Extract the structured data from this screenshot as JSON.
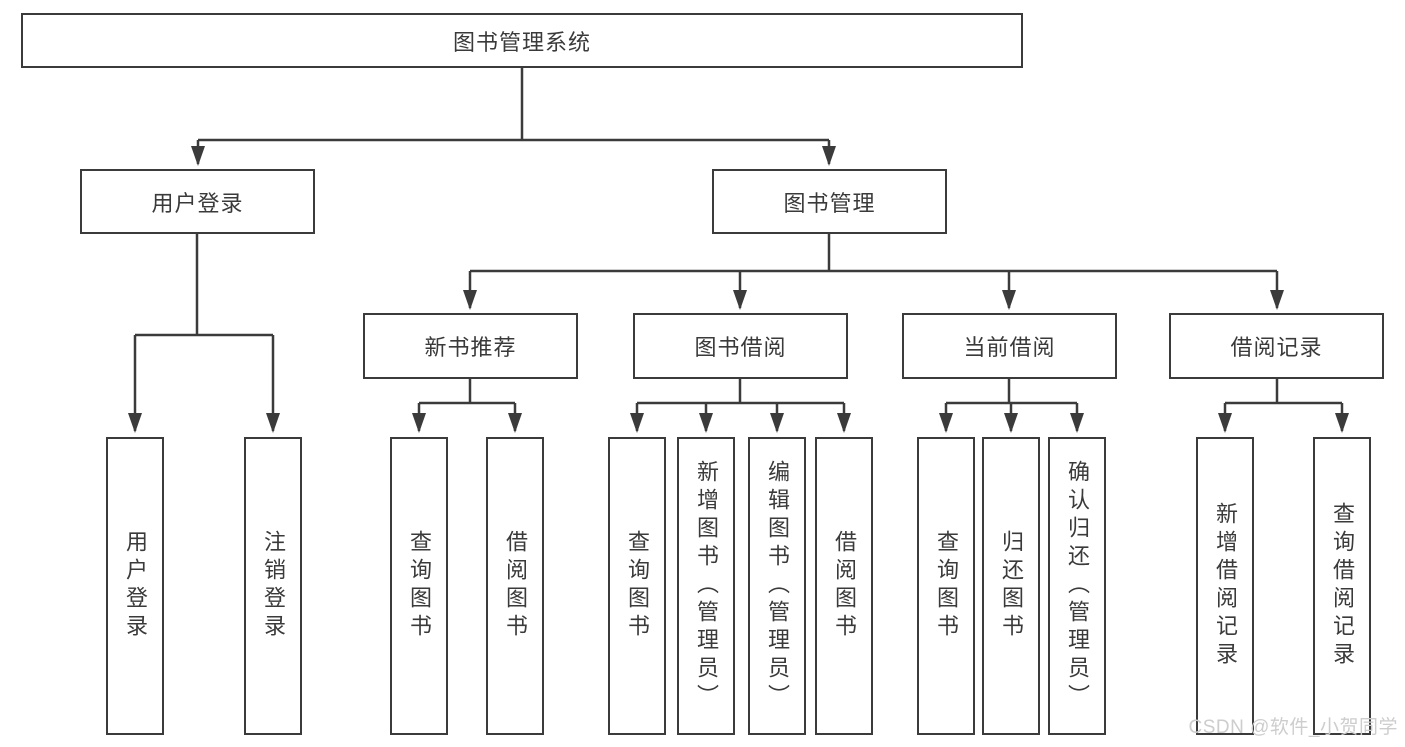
{
  "diagram": {
    "root": {
      "label": "图书管理系统"
    },
    "children": [
      {
        "label": "用户登录",
        "children": [
          {
            "label": "用户登录"
          },
          {
            "label": "注销登录"
          }
        ]
      },
      {
        "label": "图书管理",
        "children": [
          {
            "label": "新书推荐",
            "children": [
              {
                "label": "查询图书"
              },
              {
                "label": "借阅图书"
              }
            ]
          },
          {
            "label": "图书借阅",
            "children": [
              {
                "label": "查询图书"
              },
              {
                "label": "新增图书（管理员）"
              },
              {
                "label": "编辑图书（管理员）"
              },
              {
                "label": "借阅图书"
              }
            ]
          },
          {
            "label": "当前借阅",
            "children": [
              {
                "label": "查询图书"
              },
              {
                "label": "归还图书"
              },
              {
                "label": "确认归还（管理员）"
              }
            ]
          },
          {
            "label": "借阅记录",
            "children": [
              {
                "label": "新增借阅记录"
              },
              {
                "label": "查询借阅记录"
              }
            ]
          }
        ]
      }
    ]
  },
  "watermark": {
    "text": "CSDN @软件_小贺同学"
  },
  "colors": {
    "line": "#3b3b3b",
    "box_border": "#3b3b3b",
    "text": "#3a3a3a",
    "watermark": "#cdcdcd",
    "background": "#ffffff"
  }
}
